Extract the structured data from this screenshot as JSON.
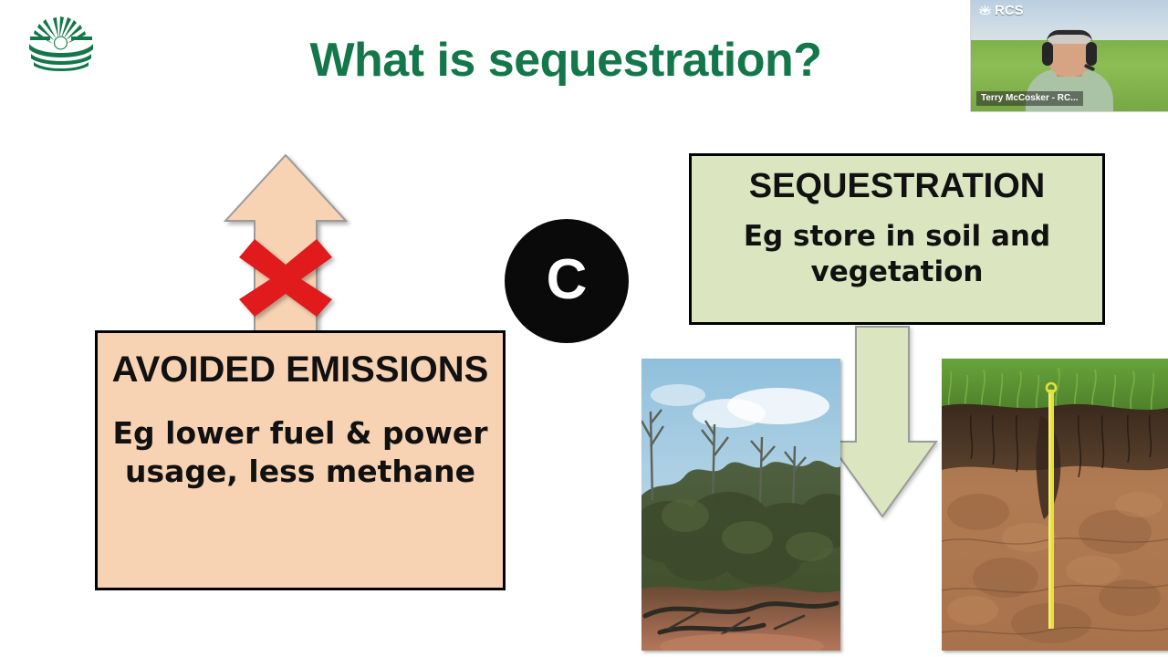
{
  "slide": {
    "title": "What is sequestration?",
    "title_color": "#13774a",
    "background": "#ffffff"
  },
  "logo": {
    "name": "sunrise-over-water-logo",
    "color": "#13774a"
  },
  "video_tile": {
    "brand_label": "RCS",
    "participant_name": "Terry McCosker - RC...",
    "brand_icon": "sunburst-icon"
  },
  "diagram": {
    "carbon_node": {
      "label": "C",
      "fill": "#0a0a0a",
      "text_color": "#ffffff"
    },
    "avoided_box": {
      "heading": "AVOIDED EMISSIONS",
      "body": "Eg lower fuel & power usage, less methane",
      "fill": "#f7d3b3",
      "border": "#000000"
    },
    "sequestration_box": {
      "heading": "SEQUESTRATION",
      "body": "Eg store in soil and vegetation",
      "fill": "#dbe5bf",
      "border": "#000000"
    },
    "up_arrow": {
      "name": "avoided-emissions-up-arrow",
      "fill": "#f7d3b3",
      "direction": "up"
    },
    "down_arrow": {
      "name": "sequestration-down-arrow",
      "fill": "#dbe5bf",
      "direction": "down"
    },
    "blocked_marker": {
      "name": "red-cross-blocked-icon",
      "color": "#e11b1b"
    }
  },
  "photos": [
    {
      "name": "bushland-vegetation-photo",
      "caption": ""
    },
    {
      "name": "soil-profile-pit-photo",
      "caption": ""
    }
  ]
}
